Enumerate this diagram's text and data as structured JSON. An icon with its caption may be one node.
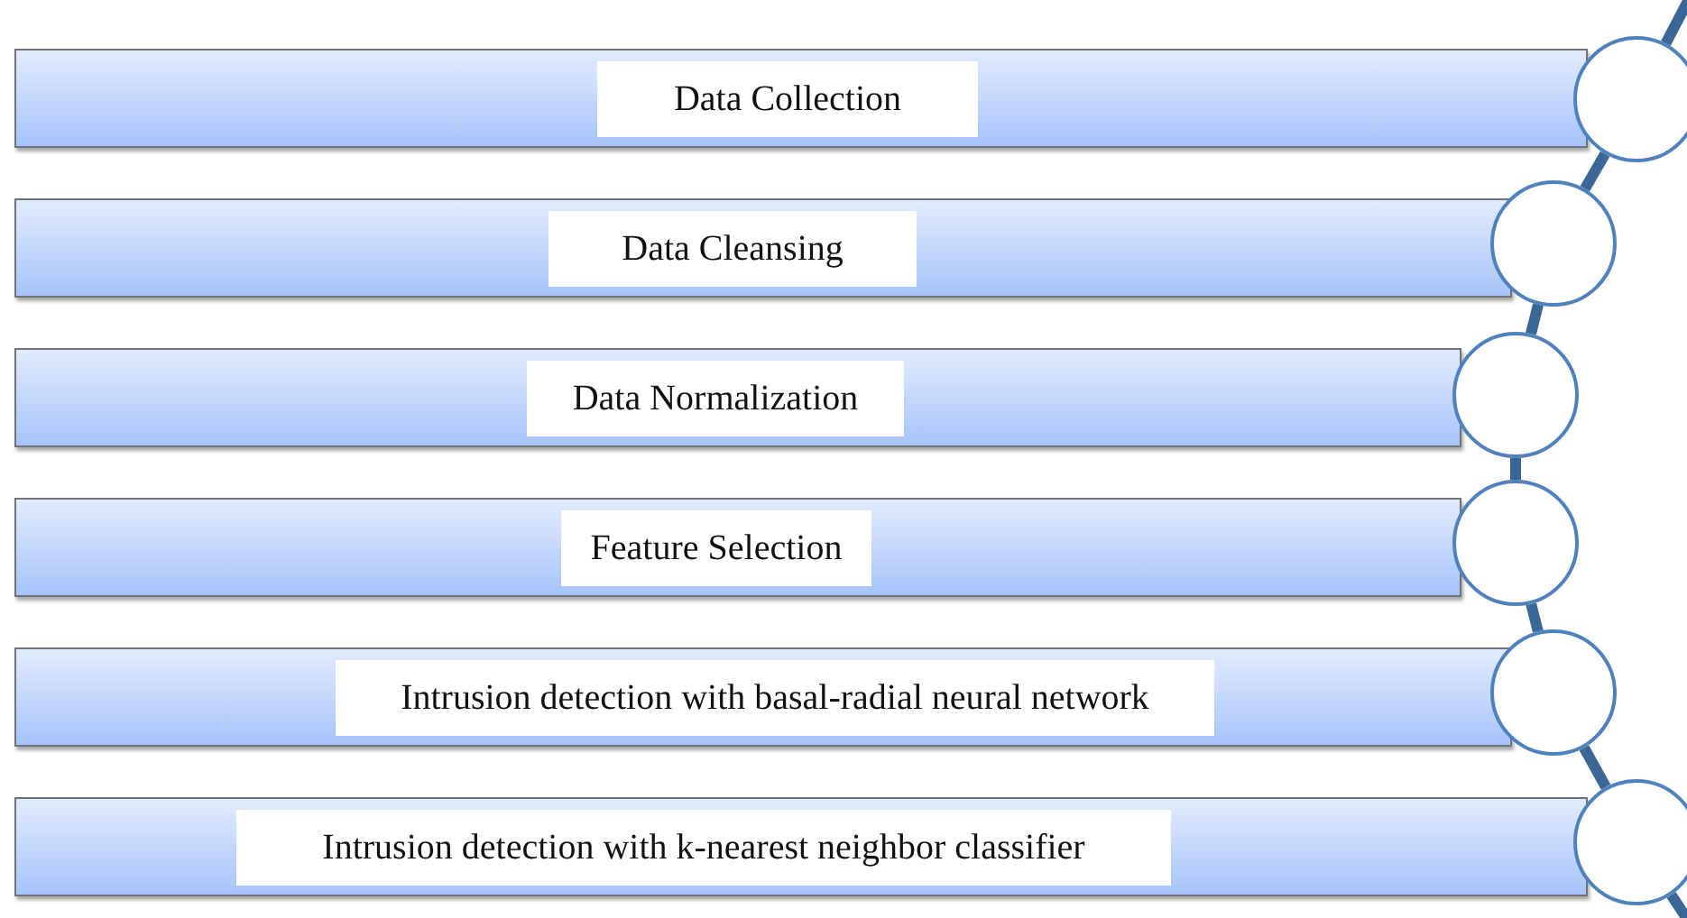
{
  "diagram": {
    "nodes": [
      {
        "text": [
          "Data Collection"
        ]
      },
      {
        "text": [],
        "shape": "circle"
      },
      {
        "text": [
          "Data Cleansing"
        ]
      },
      {
        "text": [],
        "shape": "circle"
      },
      {
        "text": [
          "Data Normalization"
        ]
      },
      {
        "text": [],
        "shape": "circle"
      },
      {
        "text": [
          "Feature Selection"
        ]
      },
      {
        "text": [],
        "shape": "circle"
      },
      {
        "text": [
          "Intrusion detection with basal-radial neural network"
        ]
      },
      {
        "text": [],
        "shape": "circle"
      },
      {
        "text": [
          "Intrusion detection with k-nearest neighbor classifier"
        ]
      },
      {
        "text": [],
        "shape": "circle"
      }
    ],
    "edges": [
      {
        "from": null,
        "to": 1,
        "arrow": "none"
      },
      {
        "from": 1,
        "to": 3,
        "arrow": "none"
      },
      {
        "from": 3,
        "to": 5,
        "arrow": "none"
      },
      {
        "from": 5,
        "to": 7,
        "arrow": "none"
      },
      {
        "from": 7,
        "to": 9,
        "arrow": "none"
      },
      {
        "from": 9,
        "to": 11,
        "arrow": "none"
      },
      {
        "from": 11,
        "to": null,
        "arrow": "none"
      }
    ]
  }
}
